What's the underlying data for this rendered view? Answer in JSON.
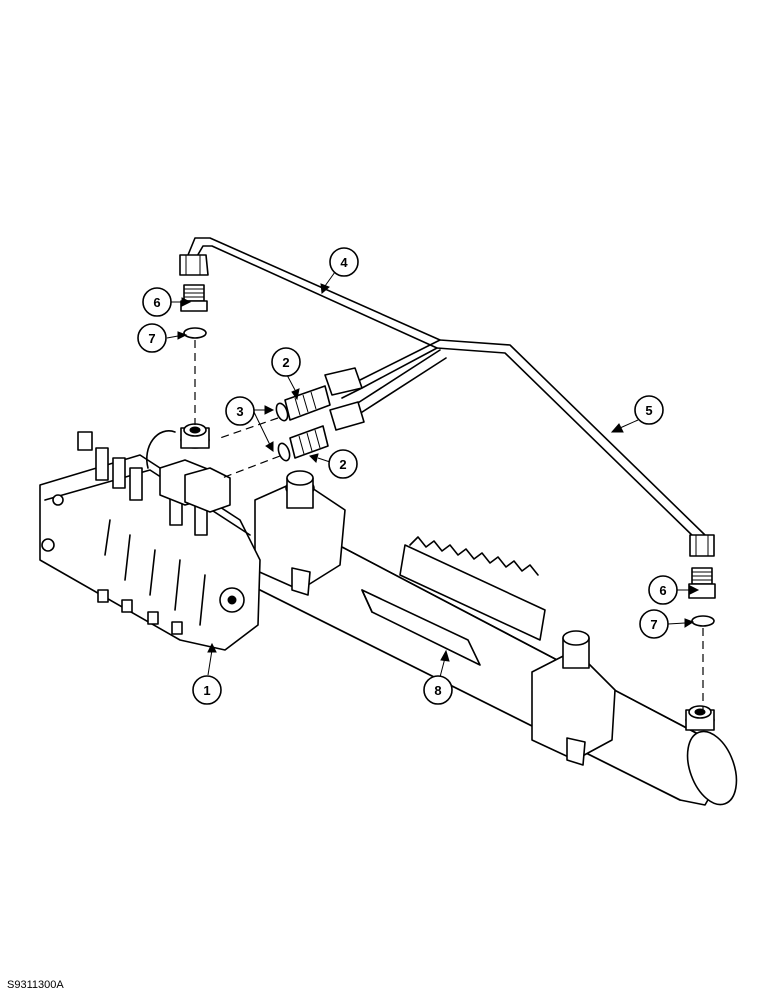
{
  "callouts": [
    {
      "id": "1",
      "label": "1"
    },
    {
      "id": "2a",
      "label": "2"
    },
    {
      "id": "2b",
      "label": "2"
    },
    {
      "id": "3",
      "label": "3"
    },
    {
      "id": "4",
      "label": "4"
    },
    {
      "id": "5",
      "label": "5"
    },
    {
      "id": "6a",
      "label": "6"
    },
    {
      "id": "6b",
      "label": "6"
    },
    {
      "id": "7a",
      "label": "7"
    },
    {
      "id": "7b",
      "label": "7"
    },
    {
      "id": "8",
      "label": "8"
    }
  ],
  "figure_code": "S9311300A"
}
